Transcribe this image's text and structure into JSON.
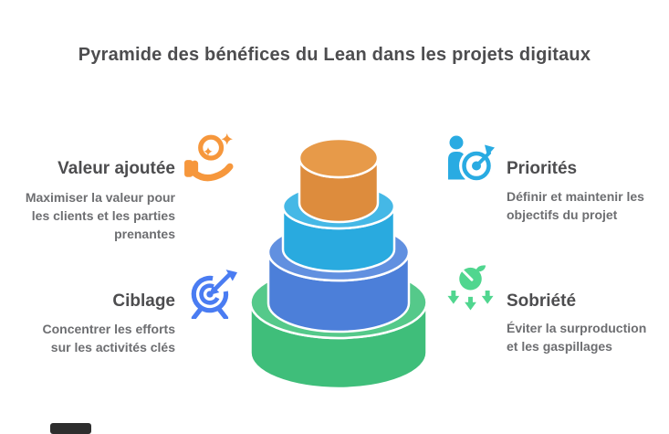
{
  "header": {
    "title": "Pyramide des bénéfices du Lean dans les projets digitaux"
  },
  "colors": {
    "background": "#FFFFFF",
    "text_primary": "#4D4D4F",
    "text_secondary": "#6D6E71",
    "watermark": "#2E2E2E"
  },
  "features": [
    {
      "id": "valeur-ajoutee",
      "title": "Valeur ajoutée",
      "description": "Maximiser la valeur pour\nles clients et les parties\nprenantes",
      "icon": "hand-sparkle-icon",
      "icon_color": "#F6973C",
      "position": "top-left"
    },
    {
      "id": "priorites",
      "title": "Priorités",
      "description": "Définir et maintenir les\nobjectifs du projet",
      "icon": "person-target-icon",
      "icon_color": "#29ABE2",
      "position": "top-right"
    },
    {
      "id": "ciblage",
      "title": "Ciblage",
      "description": "Concentrer les efforts\nsur les activités clés",
      "icon": "target-arrow-icon",
      "icon_color": "#4A7CF2",
      "position": "bottom-left"
    },
    {
      "id": "sobriete",
      "title": "Sobriété",
      "description": "Éviter la surproduction\net les gaspillages",
      "icon": "apple-arrows-icon",
      "icon_color": "#50D68F",
      "position": "bottom-right"
    }
  ],
  "pyramid": {
    "type": "stacked-cylinder-pyramid",
    "tiers": [
      {
        "level": 1,
        "side_color": "#DD8C3D",
        "top_color": "#E79A49"
      },
      {
        "level": 2,
        "side_color": "#29AADF",
        "top_color": "#45B8E6"
      },
      {
        "level": 3,
        "side_color": "#4C7FD9",
        "top_color": "#6190E0"
      },
      {
        "level": 4,
        "side_color": "#3FBE7A",
        "top_color": "#55C98A"
      }
    ]
  }
}
